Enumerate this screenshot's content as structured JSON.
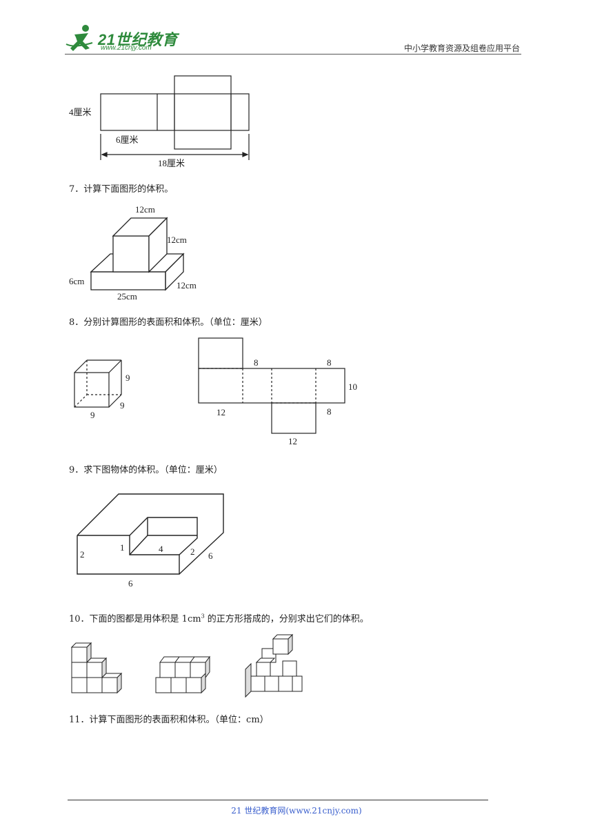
{
  "header": {
    "logo_main": "21世纪教育",
    "logo_url": "www.21cnjy.com",
    "right_text": "中小学教育资源及组卷应用平台"
  },
  "fig6": {
    "height_label": "4厘米",
    "width_label": "6厘米",
    "total_label": "18厘米"
  },
  "q7": {
    "text": "7．计算下面图形的体积。",
    "top": "12cm",
    "side": "12cm",
    "base_h": "6cm",
    "base_w": "25cm",
    "base_d": "12cm"
  },
  "q8": {
    "text": "8．分别计算图形的表面积和体积。（单位：厘米）",
    "cube_h": "9",
    "cube_d": "9",
    "cube_w": "9",
    "net_top": "8",
    "net_top2": "8",
    "net_right": "10",
    "net_left_bottom": "12",
    "net_bottom_right": "8",
    "net_bottom": "12"
  },
  "q9": {
    "text": "9．求下图物体的体积。（单位：厘米）",
    "left": "2",
    "inner_h": "1",
    "inner_w": "4",
    "right_h": "2",
    "depth": "6",
    "bottom": "6"
  },
  "q10": {
    "text_before": "10．下面的图都是用体积是 1cm",
    "sup": "3",
    "text_after": " 的正方形搭成的，分别求出它们的体积。"
  },
  "q11": {
    "text": "11．计算下面图形的表面积和体积。（单位：cm）"
  },
  "footer": {
    "text": "21 世纪教育网(www.21cnjy.com)"
  }
}
